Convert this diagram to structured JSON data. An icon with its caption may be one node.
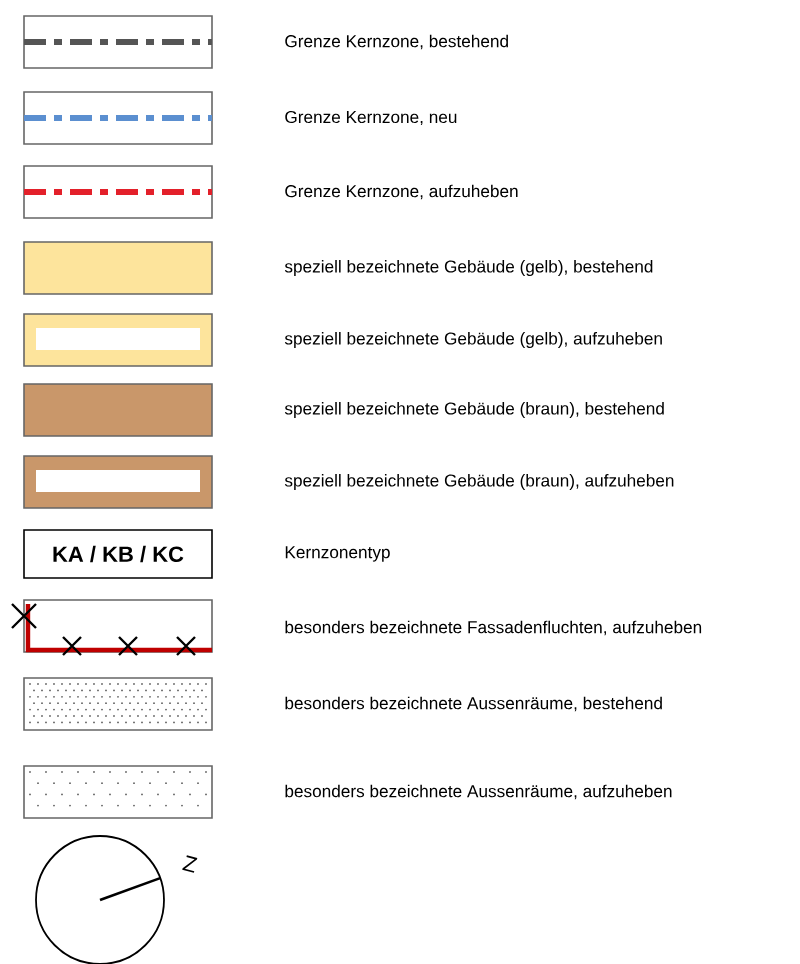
{
  "diagram": {
    "nodes": [
      {
        "text": [
          "KA / KB / KC"
        ]
      }
    ],
    "labels": [
      "Z"
    ],
    "legend": [
      {
        "text": "Grenze Kernzone, bestehend"
      },
      {
        "text": "Grenze Kernzone, neu"
      },
      {
        "text": "Grenze Kernzone, aufzuheben"
      },
      {
        "text": "speziell bezeichnete Gebäude (gelb), bestehend",
        "color": "#fde49c"
      },
      {
        "text": "speziell bezeichnete Gebäude (gelb), aufzuheben"
      },
      {
        "text": "speziell bezeichnete Gebäude (braun), bestehend",
        "color": "#c9976a"
      },
      {
        "text": "speziell bezeichnete Gebäude (braun), aufzuheben"
      },
      {
        "text": "Kernzonentyp"
      },
      {
        "text": "besonders bezeichnete Fassadenfluchten, aufzuheben"
      },
      {
        "text": "besonders bezeichnete Aussenräume, bestehend"
      },
      {
        "text": "besonders bezeichnete Aussenräume, aufzuheben"
      }
    ]
  }
}
